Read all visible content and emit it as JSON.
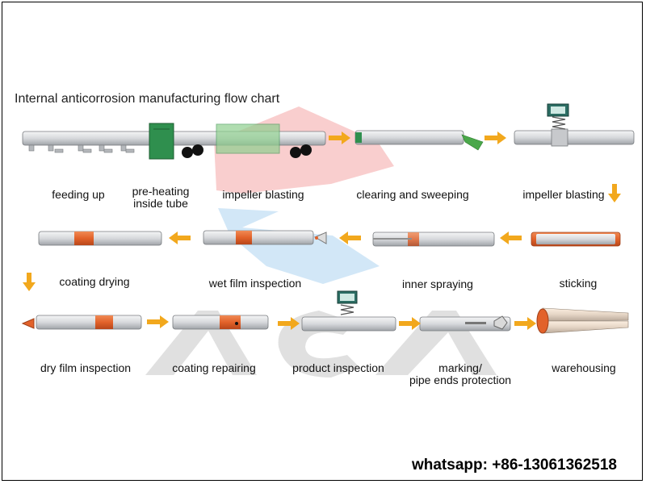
{
  "title": "Internal anticorrosion manufacturing flow chart",
  "steps": [
    {
      "label": "feeding up"
    },
    {
      "label": "pre-heating\ninside tube"
    },
    {
      "label": "impeller blasting"
    },
    {
      "label": "clearing and sweeping"
    },
    {
      "label": "impeller blasting"
    },
    {
      "label": "sticking"
    },
    {
      "label": "inner spraying"
    },
    {
      "label": "wet film inspection"
    },
    {
      "label": "coating drying"
    },
    {
      "label": "dry film inspection"
    },
    {
      "label": "coating repairing"
    },
    {
      "label": "product inspection"
    },
    {
      "label": "marking/\npipe ends protection"
    },
    {
      "label": "warehousing"
    }
  ],
  "contact": "whatsapp: +86-13061362518",
  "watermark_text": "ACA",
  "colors": {
    "pipe": "#d7d9dc",
    "pipe_stroke": "#777a7e",
    "coating_band": "#e2622a",
    "arrow": "#f2a81d",
    "heater": "#2f8f4e",
    "watermark_red": "#e83b3b",
    "watermark_blue": "#4a9fe0",
    "watermark_grey": "#8f8f8f"
  }
}
